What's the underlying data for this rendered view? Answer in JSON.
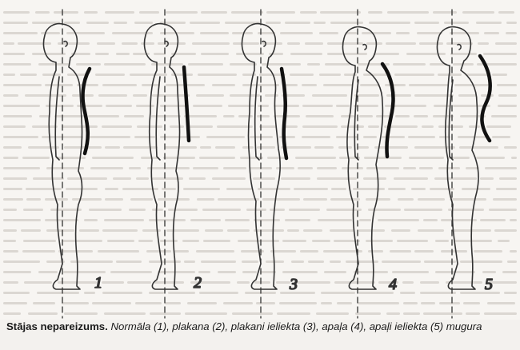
{
  "figures": [
    {
      "number": "1"
    },
    {
      "number": "2"
    },
    {
      "number": "3"
    },
    {
      "number": "4"
    },
    {
      "number": "5"
    }
  ],
  "caption": {
    "title": "Stājas nepareizums.",
    "body": "Normāla (1), plakana (2), plakani ieliekta (3), apaļa (4), apaļi ieliekta (5) mugura"
  }
}
